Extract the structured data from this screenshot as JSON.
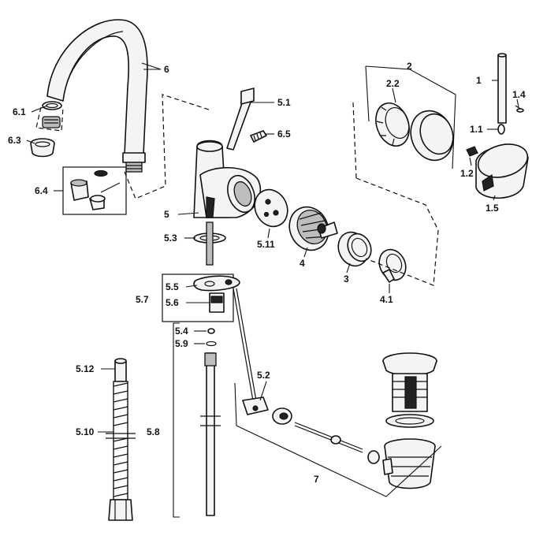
{
  "labels": {
    "l1": "1",
    "l1_1": "1.1",
    "l1_2": "1.2",
    "l1_4": "1.4",
    "l1_5": "1.5",
    "l2": "2",
    "l2_2": "2.2",
    "l3": "3",
    "l4": "4",
    "l4_1": "4.1",
    "l5": "5",
    "l5_1": "5.1",
    "l5_2": "5.2",
    "l5_3": "5.3",
    "l5_4": "5.4",
    "l5_5": "5.5",
    "l5_6": "5.6",
    "l5_7": "5.7",
    "l5_8": "5.8",
    "l5_9": "5.9",
    "l5_10": "5.10",
    "l5_11": "5.11",
    "l5_12": "5.12",
    "l6": "6",
    "l6_1": "6.1",
    "l6_3": "6.3",
    "l6_4": "6.4",
    "l6_5": "6.5",
    "l7": "7"
  }
}
